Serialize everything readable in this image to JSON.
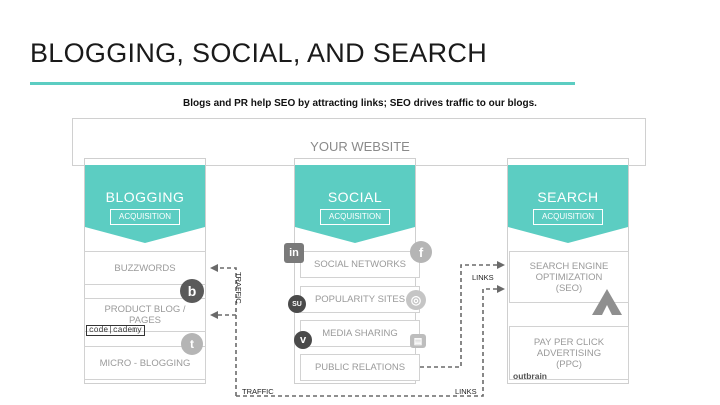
{
  "title": "BLOGGING, SOCIAL, AND SEARCH",
  "subtitle": "Blogs and PR help SEO by attracting links; SEO drives traffic to our blogs.",
  "website_label": "YOUR WEBSITE",
  "accent_color": "#5ccdc2",
  "columns": {
    "blogging": {
      "name": "BLOGGING",
      "acquisition": "ACQUISITION",
      "items": [
        "BUZZWORDS",
        "PRODUCT BLOG / PAGES",
        "MICRO - BLOGGING"
      ]
    },
    "social": {
      "name": "SOCIAL",
      "acquisition": "ACQUISITION",
      "items": [
        "SOCIAL NETWORKS",
        "POPULARITY SITES",
        "MEDIA SHARING",
        "PUBLIC RELATIONS"
      ]
    },
    "search": {
      "name": "SEARCH",
      "acquisition": "ACQUISITION",
      "items": [
        "SEARCH ENGINE OPTIMIZATION (SEO)",
        "PAY PER CLICK ADVERTISING (PPC)"
      ]
    }
  },
  "logos": {
    "blogger": "b",
    "twitter": "t",
    "codecademy": "code|cademy",
    "linkedin": "in",
    "facebook": "f",
    "stumbleupon": "SU",
    "dribbble": "◎",
    "vimeo": "v",
    "picture": "▤",
    "adwords": "A",
    "outbrain": "outbrain"
  },
  "arrow_labels": {
    "traffic_vertical": "TRAFFIC",
    "traffic_bottom": "TRAFFIC",
    "links_top": "LINKS",
    "links_bottom": "LINKS"
  }
}
